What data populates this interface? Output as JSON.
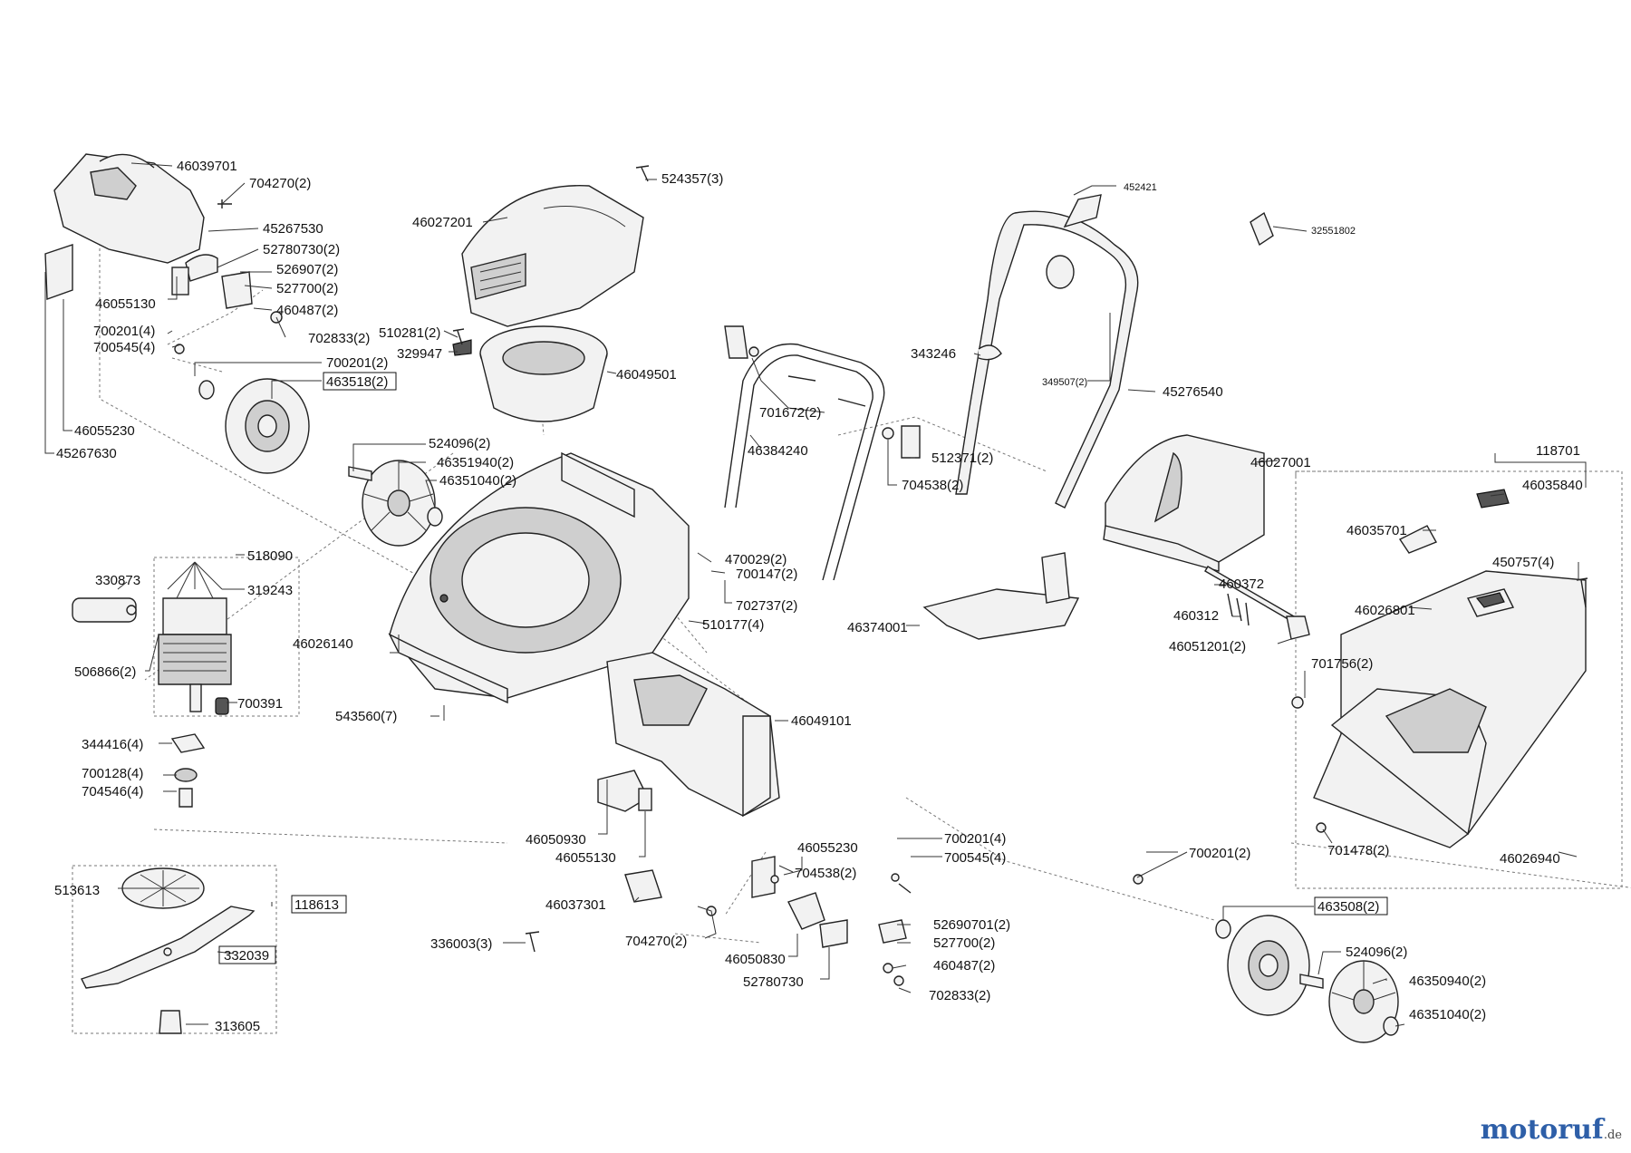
{
  "labels": [
    {
      "id": "46039701",
      "text": "46039701"
    },
    {
      "id": "704270_top",
      "text": "704270(2)"
    },
    {
      "id": "45267530",
      "text": "45267530"
    },
    {
      "id": "52780730_top",
      "text": "52780730(2)"
    },
    {
      "id": "526907",
      "text": "526907(2)"
    },
    {
      "id": "527700_top",
      "text": "527700(2)"
    },
    {
      "id": "460487_top",
      "text": "460487(2)"
    },
    {
      "id": "46055130_top",
      "text": "46055130"
    },
    {
      "id": "700201_4_top",
      "text": "700201(4)"
    },
    {
      "id": "700545_4_top",
      "text": "700545(4)"
    },
    {
      "id": "702833_top",
      "text": "702833(2)"
    },
    {
      "id": "700201_2_top",
      "text": "700201(2)"
    },
    {
      "id": "463518",
      "text": "463518(2)"
    },
    {
      "id": "46055230_top",
      "text": "46055230"
    },
    {
      "id": "45267630",
      "text": "45267630"
    },
    {
      "id": "524096_top",
      "text": "524096(2)"
    },
    {
      "id": "46351940",
      "text": "46351940(2)"
    },
    {
      "id": "46351040_top",
      "text": "46351040(2)"
    },
    {
      "id": "524357",
      "text": "524357(3)"
    },
    {
      "id": "46027201",
      "text": "46027201"
    },
    {
      "id": "510281",
      "text": "510281(2)"
    },
    {
      "id": "329947",
      "text": "329947"
    },
    {
      "id": "46049501",
      "text": "46049501"
    },
    {
      "id": "452421",
      "text": "452421"
    },
    {
      "id": "32551802",
      "text": "32551802"
    },
    {
      "id": "343246",
      "text": "343246"
    },
    {
      "id": "349507",
      "text": "349507(2)"
    },
    {
      "id": "45276540",
      "text": "45276540"
    },
    {
      "id": "701672",
      "text": "701672(2)"
    },
    {
      "id": "46384240",
      "text": "46384240"
    },
    {
      "id": "512371",
      "text": "512371(2)"
    },
    {
      "id": "704538_top",
      "text": "704538(2)"
    },
    {
      "id": "46027001",
      "text": "46027001"
    },
    {
      "id": "118701",
      "text": "118701"
    },
    {
      "id": "46035840",
      "text": "46035840"
    },
    {
      "id": "46035701",
      "text": "46035701"
    },
    {
      "id": "450757",
      "text": "450757(4)"
    },
    {
      "id": "518090",
      "text": "518090"
    },
    {
      "id": "330873",
      "text": "330873"
    },
    {
      "id": "319243",
      "text": "319243"
    },
    {
      "id": "506866",
      "text": "506866(2)"
    },
    {
      "id": "700391",
      "text": "700391"
    },
    {
      "id": "46026140",
      "text": "46026140"
    },
    {
      "id": "543560",
      "text": "543560(7)"
    },
    {
      "id": "470029",
      "text": "470029(2)"
    },
    {
      "id": "700147",
      "text": "700147(2)"
    },
    {
      "id": "702737",
      "text": "702737(2)"
    },
    {
      "id": "510177",
      "text": "510177(4)"
    },
    {
      "id": "46374001",
      "text": "46374001"
    },
    {
      "id": "460372",
      "text": "460372"
    },
    {
      "id": "460312",
      "text": "460312"
    },
    {
      "id": "46051201",
      "text": "46051201(2)"
    },
    {
      "id": "46026801",
      "text": "46026801"
    },
    {
      "id": "701756",
      "text": "701756(2)"
    },
    {
      "id": "344416",
      "text": "344416(4)"
    },
    {
      "id": "700128",
      "text": "700128(4)"
    },
    {
      "id": "704546",
      "text": "704546(4)"
    },
    {
      "id": "46049101",
      "text": "46049101"
    },
    {
      "id": "46050930",
      "text": "46050930"
    },
    {
      "id": "46055130_mid",
      "text": "46055130"
    },
    {
      "id": "46055230_mid",
      "text": "46055230"
    },
    {
      "id": "704538_mid",
      "text": "704538(2)"
    },
    {
      "id": "700201_4_mid",
      "text": "700201(4)"
    },
    {
      "id": "700545_4_mid",
      "text": "700545(4)"
    },
    {
      "id": "700201_2_mid",
      "text": "700201(2)"
    },
    {
      "id": "701478",
      "text": "701478(2)"
    },
    {
      "id": "46026940",
      "text": "46026940"
    },
    {
      "id": "513613",
      "text": "513613"
    },
    {
      "id": "118613",
      "text": "118613"
    },
    {
      "id": "332039",
      "text": "332039"
    },
    {
      "id": "313605",
      "text": "313605"
    },
    {
      "id": "336003",
      "text": "336003(3)"
    },
    {
      "id": "46037301",
      "text": "46037301"
    },
    {
      "id": "704270_bot",
      "text": "704270(2)"
    },
    {
      "id": "46050830",
      "text": "46050830"
    },
    {
      "id": "52780730_bot",
      "text": "52780730"
    },
    {
      "id": "52690701",
      "text": "52690701(2)"
    },
    {
      "id": "527700_bot",
      "text": "527700(2)"
    },
    {
      "id": "460487_bot",
      "text": "460487(2)"
    },
    {
      "id": "702833_bot",
      "text": "702833(2)"
    },
    {
      "id": "463508",
      "text": "463508(2)"
    },
    {
      "id": "524096_bot",
      "text": "524096(2)"
    },
    {
      "id": "46350940",
      "text": "46350940(2)"
    },
    {
      "id": "46351040_bot",
      "text": "46351040(2)"
    }
  ],
  "brand": {
    "name": "motoruf",
    "tld": ".de"
  },
  "colors": {
    "brand": "#2e5fa8",
    "line": "#222222",
    "fill": "#f2f2f2"
  }
}
